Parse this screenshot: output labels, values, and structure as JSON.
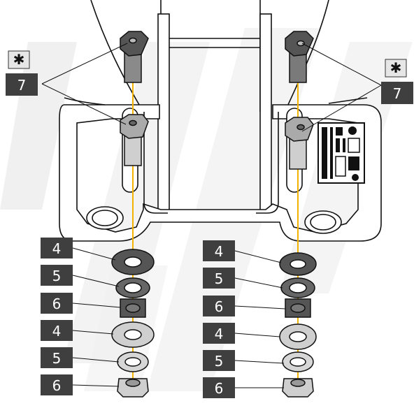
{
  "colors": {
    "label_fill": "#3f3f3f",
    "label_text": "#ffffff",
    "star_fill": "#e6e6e6",
    "outline": "#111111",
    "axis": "#f2b400",
    "watermark": "#efefef",
    "bolt_dark": "#6a6a6a",
    "bolt_light": "#bcbcbc",
    "washer_dark": "#555555",
    "washer_light": "#c9c9c9"
  },
  "callouts": {
    "left_star": "✱",
    "left_seven": "7",
    "right_star": "✱",
    "right_seven": "7"
  },
  "stack_left": [
    {
      "label": "4",
      "part": "washer-dark"
    },
    {
      "label": "5",
      "part": "lock-washer-dark"
    },
    {
      "label": "6",
      "part": "nut-dark"
    },
    {
      "label": "4",
      "part": "washer-light"
    },
    {
      "label": "5",
      "part": "lock-washer-light"
    },
    {
      "label": "6",
      "part": "nut-light"
    }
  ],
  "stack_right": [
    {
      "label": "4",
      "part": "washer-dark"
    },
    {
      "label": "5",
      "part": "lock-washer-dark"
    },
    {
      "label": "6",
      "part": "nut-dark"
    },
    {
      "label": "4",
      "part": "washer-light"
    },
    {
      "label": "5",
      "part": "lock-washer-light"
    },
    {
      "label": "6",
      "part": "nut-light"
    }
  ],
  "icons": {
    "watermark": "logo-watermark-icon",
    "id_plate": "identification-plate-icon"
  }
}
